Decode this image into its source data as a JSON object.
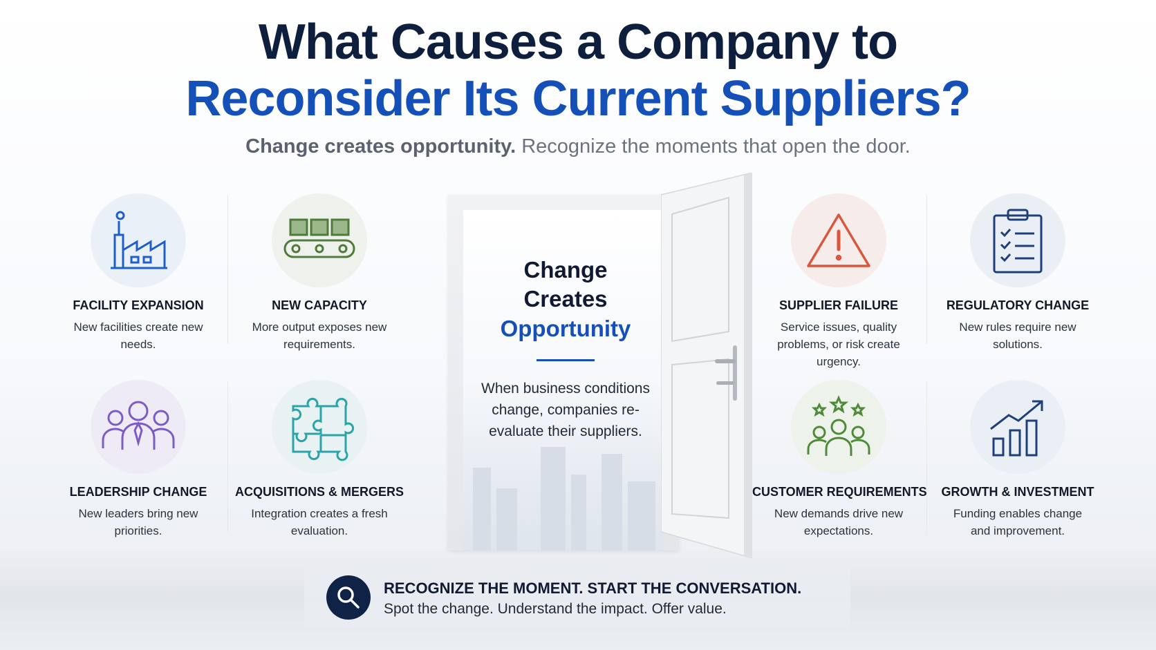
{
  "header": {
    "title_line1": "What Causes a Company to",
    "title_line2": "Reconsider Its Current Suppliers?",
    "subtitle_bold": "Change creates opportunity.",
    "subtitle_rest": "Recognize the moments that open the door."
  },
  "center": {
    "heading_line1": "Change",
    "heading_line2": "Creates",
    "heading_line3": "Opportunity",
    "body": "When business conditions change, companies re-evaluate their suppliers."
  },
  "cards": [
    {
      "icon": "factory-icon",
      "label": "FACILITY EXPANSION",
      "desc": "New facilities create new needs.",
      "color": "#1f5fc8"
    },
    {
      "icon": "conveyor-boxes-icon",
      "label": "NEW CAPACITY",
      "desc": "More output exposes new requirements.",
      "color": "#4f7a3a"
    },
    {
      "icon": "leadership-group-icon",
      "label": "LEADERSHIP CHANGE",
      "desc": "New leaders bring new priorities.",
      "color": "#7b5cc4"
    },
    {
      "icon": "puzzle-icon",
      "label": "ACQUISITIONS & MERGERS",
      "desc": "Integration creates a fresh evaluation.",
      "color": "#2ba3a8"
    },
    {
      "icon": "warning-triangle-icon",
      "label": "SUPPLIER FAILURE",
      "desc": "Service issues, quality problems, or risk create urgency.",
      "color": "#d9573d"
    },
    {
      "icon": "clipboard-checklist-icon",
      "label": "REGULATORY CHANGE",
      "desc": "New rules require new solutions.",
      "color": "#1f3f7a"
    },
    {
      "icon": "customer-stars-icon",
      "label": "CUSTOMER REQUIREMENTS",
      "desc": "New demands drive new expectations.",
      "color": "#4f8a3a"
    },
    {
      "icon": "growth-chart-icon",
      "label": "GROWTH & INVESTMENT",
      "desc": "Funding enables change and improvement.",
      "color": "#1f3f7a"
    }
  ],
  "banner": {
    "icon": "search-icon",
    "headline": "RECOGNIZE THE MOMENT. START THE CONVERSATION.",
    "subline": "Spot the change. Understand the impact. Offer value."
  }
}
